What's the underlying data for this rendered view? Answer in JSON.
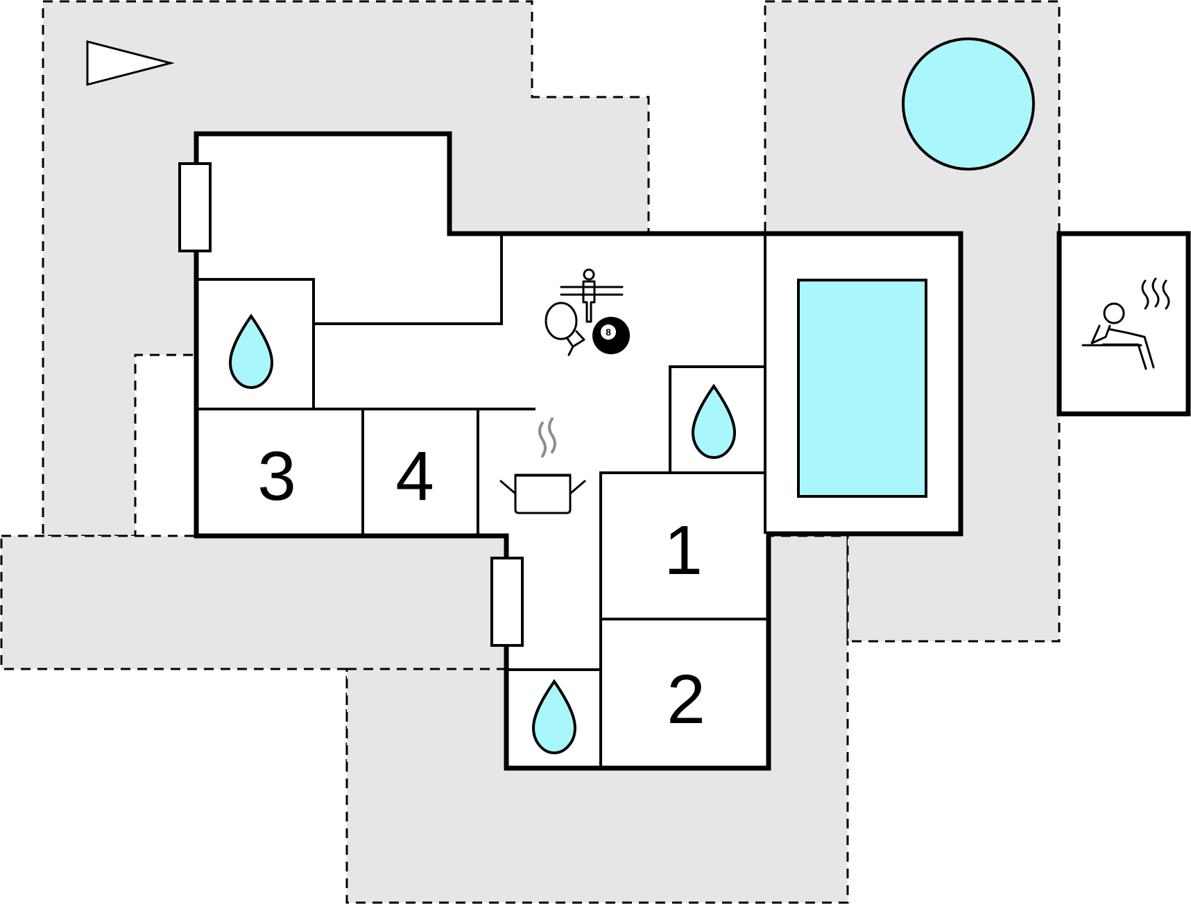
{
  "colors": {
    "terrace": "#e6e6e6",
    "water": "#aaf7fb",
    "wall": "#000000",
    "background": "#ffffff"
  },
  "rooms": [
    {
      "id": "bedroom-1",
      "label": "1"
    },
    {
      "id": "bedroom-2",
      "label": "2"
    },
    {
      "id": "bedroom-3",
      "label": "3"
    },
    {
      "id": "bedroom-4",
      "label": "4"
    }
  ],
  "icons": [
    "north-arrow-icon",
    "bathroom-drop-icon",
    "table-football-icon",
    "table-tennis-icon",
    "billiard-ball-icon",
    "kitchen-pot-icon",
    "pool-icon",
    "whirlpool-icon",
    "sauna-icon",
    "door-icon"
  ],
  "billiard": {
    "ball_number": "8"
  }
}
